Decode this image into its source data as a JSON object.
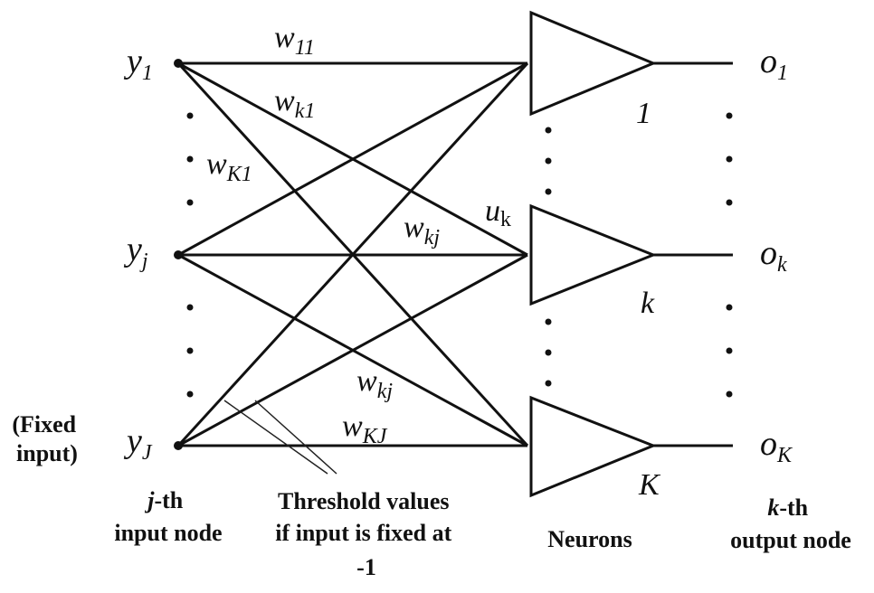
{
  "inputs": [
    {
      "base": "y",
      "sub": "1"
    },
    {
      "base": "y",
      "sub": "j"
    },
    {
      "base": "y",
      "sub": "J"
    }
  ],
  "outputs": [
    {
      "base": "o",
      "sub": "1"
    },
    {
      "base": "o",
      "sub": "k"
    },
    {
      "base": "o",
      "sub": "K"
    }
  ],
  "neuron_labels": [
    "1",
    "k",
    "K"
  ],
  "weights": {
    "w11": {
      "base": "w",
      "sub": "11"
    },
    "wk1": {
      "base": "w",
      "sub": "k1"
    },
    "wK1": {
      "base": "w",
      "sub": "K1"
    },
    "wkj_mid": {
      "base": "w",
      "sub": "kj"
    },
    "wkj_low": {
      "base": "w",
      "sub": "kj"
    },
    "wKJ": {
      "base": "w",
      "sub": "KJ"
    }
  },
  "uk": {
    "base": "u",
    "sub": "k"
  },
  "captions": {
    "fixed_input": [
      "(Fixed",
      "input)"
    ],
    "input_node": {
      "prefix": "j",
      "suffix": "-th",
      "line2": "input node"
    },
    "threshold": [
      "Threshold values",
      "if input is fixed at",
      "-1"
    ],
    "neurons": "Neurons",
    "output_node": {
      "prefix": "k",
      "suffix": "-th",
      "line2": "output node"
    }
  }
}
